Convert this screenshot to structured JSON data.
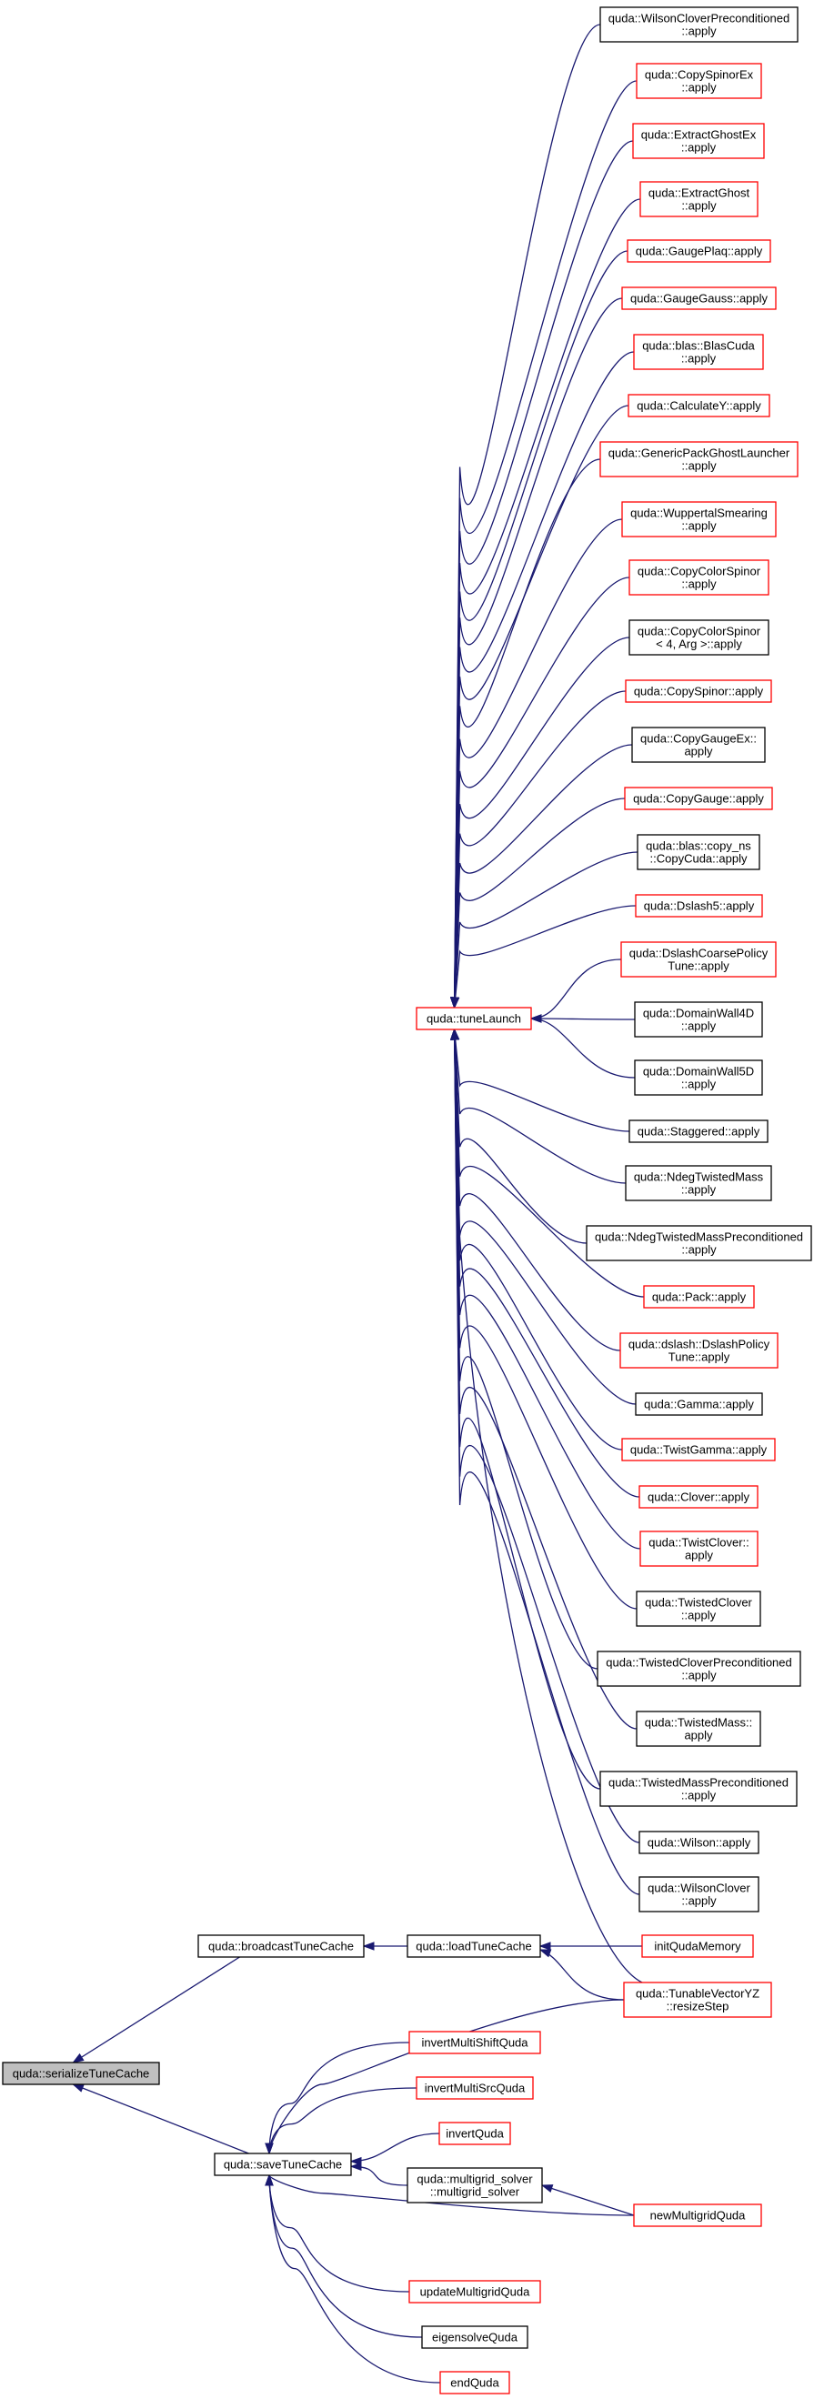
{
  "nodes": [
    {
      "id": "serialize",
      "lines": [
        "quda::serializeTuneCache"
      ],
      "color": "root"
    },
    {
      "id": "broadcast",
      "lines": [
        "quda::broadcastTuneCache"
      ],
      "color": "black"
    },
    {
      "id": "save",
      "lines": [
        "quda::saveTuneCache"
      ],
      "color": "black"
    },
    {
      "id": "tuneLaunch",
      "lines": [
        "quda::tuneLaunch"
      ],
      "color": "red"
    },
    {
      "id": "loadTune",
      "lines": [
        "quda::loadTuneCache"
      ],
      "color": "black"
    },
    {
      "id": "initQudaMemory",
      "lines": [
        "initQudaMemory"
      ],
      "color": "red"
    },
    {
      "id": "tunableVector",
      "lines": [
        "quda::TunableVectorYZ",
        "::resizeStep"
      ],
      "color": "red"
    },
    {
      "id": "invertMultiShift",
      "lines": [
        "invertMultiShiftQuda"
      ],
      "color": "red"
    },
    {
      "id": "invertMultiSrc",
      "lines": [
        "invertMultiSrcQuda"
      ],
      "color": "red"
    },
    {
      "id": "invertQuda",
      "lines": [
        "invertQuda"
      ],
      "color": "red"
    },
    {
      "id": "mgSolver",
      "lines": [
        "quda::multigrid_solver",
        "::multigrid_solver"
      ],
      "color": "black"
    },
    {
      "id": "newMultigrid",
      "lines": [
        "newMultigridQuda"
      ],
      "color": "red"
    },
    {
      "id": "updateMultigrid",
      "lines": [
        "updateMultigridQuda"
      ],
      "color": "red"
    },
    {
      "id": "eigensolve",
      "lines": [
        "eigensolveQuda"
      ],
      "color": "black"
    },
    {
      "id": "endQuda",
      "lines": [
        "endQuda"
      ],
      "color": "red"
    },
    {
      "id": "a01",
      "lines": [
        "quda::WilsonCloverPreconditioned",
        "::apply"
      ],
      "color": "black"
    },
    {
      "id": "a02",
      "lines": [
        "quda::CopySpinorEx",
        "::apply"
      ],
      "color": "red"
    },
    {
      "id": "a03",
      "lines": [
        "quda::ExtractGhostEx",
        "::apply"
      ],
      "color": "red"
    },
    {
      "id": "a04",
      "lines": [
        "quda::ExtractGhost",
        "::apply"
      ],
      "color": "red"
    },
    {
      "id": "a05",
      "lines": [
        "quda::GaugePlaq::apply"
      ],
      "color": "red"
    },
    {
      "id": "a06",
      "lines": [
        "quda::GaugeGauss::apply"
      ],
      "color": "red"
    },
    {
      "id": "a07",
      "lines": [
        "quda::blas::BlasCuda",
        "::apply"
      ],
      "color": "red"
    },
    {
      "id": "a08",
      "lines": [
        "quda::CalculateY::apply"
      ],
      "color": "red"
    },
    {
      "id": "a09",
      "lines": [
        "quda::GenericPackGhostLauncher",
        "::apply"
      ],
      "color": "red"
    },
    {
      "id": "a10",
      "lines": [
        "quda::WuppertalSmearing",
        "::apply"
      ],
      "color": "red"
    },
    {
      "id": "a11",
      "lines": [
        "quda::CopyColorSpinor",
        "::apply"
      ],
      "color": "red"
    },
    {
      "id": "a12",
      "lines": [
        "quda::CopyColorSpinor",
        "< 4, Arg >::apply"
      ],
      "color": "black"
    },
    {
      "id": "a13",
      "lines": [
        "quda::CopySpinor::apply"
      ],
      "color": "red"
    },
    {
      "id": "a14",
      "lines": [
        "quda::CopyGaugeEx::",
        "apply"
      ],
      "color": "black"
    },
    {
      "id": "a15",
      "lines": [
        "quda::CopyGauge::apply"
      ],
      "color": "red"
    },
    {
      "id": "a16",
      "lines": [
        "quda::blas::copy_ns",
        "::CopyCuda::apply"
      ],
      "color": "black"
    },
    {
      "id": "a17",
      "lines": [
        "quda::Dslash5::apply"
      ],
      "color": "red"
    },
    {
      "id": "a18",
      "lines": [
        "quda::DslashCoarsePolicy",
        "Tune::apply"
      ],
      "color": "red"
    },
    {
      "id": "a19",
      "lines": [
        "quda::DomainWall4D",
        "::apply"
      ],
      "color": "black"
    },
    {
      "id": "a20",
      "lines": [
        "quda::DomainWall5D",
        "::apply"
      ],
      "color": "black"
    },
    {
      "id": "a21",
      "lines": [
        "quda::Staggered::apply"
      ],
      "color": "black"
    },
    {
      "id": "a22",
      "lines": [
        "quda::NdegTwistedMass",
        "::apply"
      ],
      "color": "black"
    },
    {
      "id": "a23",
      "lines": [
        "quda::NdegTwistedMassPreconditioned",
        "::apply"
      ],
      "color": "black"
    },
    {
      "id": "a24",
      "lines": [
        "quda::Pack::apply"
      ],
      "color": "red"
    },
    {
      "id": "a25",
      "lines": [
        "quda::dslash::DslashPolicy",
        "Tune::apply"
      ],
      "color": "red"
    },
    {
      "id": "a26",
      "lines": [
        "quda::Gamma::apply"
      ],
      "color": "black"
    },
    {
      "id": "a27",
      "lines": [
        "quda::TwistGamma::apply"
      ],
      "color": "red"
    },
    {
      "id": "a28",
      "lines": [
        "quda::Clover::apply"
      ],
      "color": "red"
    },
    {
      "id": "a29",
      "lines": [
        "quda::TwistClover::",
        "apply"
      ],
      "color": "red"
    },
    {
      "id": "a30",
      "lines": [
        "quda::TwistedClover",
        "::apply"
      ],
      "color": "black"
    },
    {
      "id": "a31",
      "lines": [
        "quda::TwistedCloverPreconditioned",
        "::apply"
      ],
      "color": "black"
    },
    {
      "id": "a32",
      "lines": [
        "quda::TwistedMass::",
        "apply"
      ],
      "color": "black"
    },
    {
      "id": "a33",
      "lines": [
        "quda::TwistedMassPreconditioned",
        "::apply"
      ],
      "color": "black"
    },
    {
      "id": "a34",
      "lines": [
        "quda::Wilson::apply"
      ],
      "color": "black"
    },
    {
      "id": "a35",
      "lines": [
        "quda::WilsonClover",
        "::apply"
      ],
      "color": "black"
    }
  ],
  "edges": [
    {
      "from": "broadcast",
      "to": "serialize"
    },
    {
      "from": "save",
      "to": "serialize"
    },
    {
      "from": "tuneLaunch",
      "to": "broadcast"
    },
    {
      "from": "loadTune",
      "to": "broadcast"
    },
    {
      "from": "initQudaMemory",
      "to": "loadTune"
    },
    {
      "from": "tunableVector",
      "to": "loadTune"
    },
    {
      "from": "tunableVector",
      "to": "tuneLaunch"
    },
    {
      "from": "tunableVector",
      "to": "save"
    },
    {
      "from": "invertMultiShift",
      "to": "save"
    },
    {
      "from": "invertMultiSrc",
      "to": "save"
    },
    {
      "from": "invertQuda",
      "to": "save"
    },
    {
      "from": "mgSolver",
      "to": "save"
    },
    {
      "from": "newMultigrid",
      "to": "mgSolver"
    },
    {
      "from": "newMultigrid",
      "to": "save"
    },
    {
      "from": "updateMultigrid",
      "to": "save"
    },
    {
      "from": "eigensolve",
      "to": "save"
    },
    {
      "from": "endQuda",
      "to": "save"
    },
    {
      "from": "a01",
      "to": "tuneLaunch"
    },
    {
      "from": "a02",
      "to": "tuneLaunch"
    },
    {
      "from": "a03",
      "to": "tuneLaunch"
    },
    {
      "from": "a04",
      "to": "tuneLaunch"
    },
    {
      "from": "a05",
      "to": "tuneLaunch"
    },
    {
      "from": "a06",
      "to": "tuneLaunch"
    },
    {
      "from": "a07",
      "to": "tuneLaunch"
    },
    {
      "from": "a08",
      "to": "tuneLaunch"
    },
    {
      "from": "a09",
      "to": "tuneLaunch"
    },
    {
      "from": "a10",
      "to": "tuneLaunch"
    },
    {
      "from": "a11",
      "to": "tuneLaunch"
    },
    {
      "from": "a12",
      "to": "tuneLaunch"
    },
    {
      "from": "a13",
      "to": "tuneLaunch"
    },
    {
      "from": "a14",
      "to": "tuneLaunch"
    },
    {
      "from": "a15",
      "to": "tuneLaunch"
    },
    {
      "from": "a16",
      "to": "tuneLaunch"
    },
    {
      "from": "a17",
      "to": "tuneLaunch"
    },
    {
      "from": "a18",
      "to": "tuneLaunch"
    },
    {
      "from": "a19",
      "to": "tuneLaunch"
    },
    {
      "from": "a20",
      "to": "tuneLaunch"
    },
    {
      "from": "a21",
      "to": "tuneLaunch"
    },
    {
      "from": "a22",
      "to": "tuneLaunch"
    },
    {
      "from": "a23",
      "to": "tuneLaunch"
    },
    {
      "from": "a24",
      "to": "tuneLaunch"
    },
    {
      "from": "a25",
      "to": "tuneLaunch"
    },
    {
      "from": "a26",
      "to": "tuneLaunch"
    },
    {
      "from": "a27",
      "to": "tuneLaunch"
    },
    {
      "from": "a28",
      "to": "tuneLaunch"
    },
    {
      "from": "a29",
      "to": "tuneLaunch"
    },
    {
      "from": "a30",
      "to": "tuneLaunch"
    },
    {
      "from": "a31",
      "to": "tuneLaunch"
    },
    {
      "from": "a32",
      "to": "tuneLaunch"
    },
    {
      "from": "a33",
      "to": "tuneLaunch"
    },
    {
      "from": "a34",
      "to": "tuneLaunch"
    },
    {
      "from": "a35",
      "to": "tuneLaunch"
    }
  ]
}
